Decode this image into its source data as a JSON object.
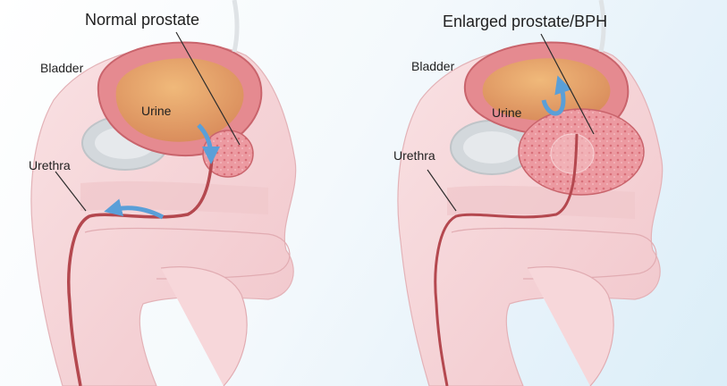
{
  "left_panel": {
    "title": "Normal prostate",
    "labels": {
      "bladder": "Bladder",
      "urine": "Urine",
      "urethra": "Urethra"
    }
  },
  "right_panel": {
    "title": "Enlarged prostate/BPH",
    "labels": {
      "bladder": "Bladder",
      "urine": "Urine",
      "urethra": "Urethra"
    }
  },
  "colors": {
    "tissue": "#f6d2d6",
    "muscle": "#e98a92",
    "bladder_wall": "#e27f86",
    "urine": "#e3a266",
    "prostate": "#eb8e96",
    "bone": "#d5d9dd",
    "arrow": "#5a9fd8",
    "urethra": "#b4484f"
  }
}
